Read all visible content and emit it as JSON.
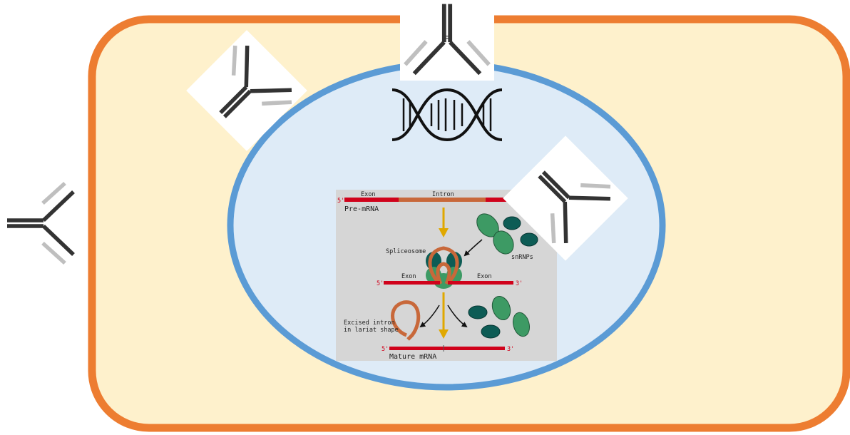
{
  "colors": {
    "cytoplasm_fill": "#fef1cc",
    "cell_membrane": "#ed7d31",
    "nucleus_fill": "#deebf7",
    "nuclear_membrane": "#5b9bd5",
    "antibody_heavy": "#333333",
    "antibody_light": "#bfbfbf",
    "exon": "#d0021b",
    "intron": "#c8683a",
    "arrow": "#e0a800",
    "snrnp_light": "#3d9a64",
    "snrnp_dark": "#0d5c55",
    "panel_bg": "#d6d6d6"
  },
  "icons": {
    "dna": "dna-double-helix-icon",
    "antibody": "antibody-y-icon"
  },
  "splicing": {
    "exon_top": "Exon",
    "intron_top": "Intron",
    "five_prime_top": "5'",
    "pre_mrna": "Pre-mRNA",
    "spliceosome": "Spliceosome",
    "snrnps": "snRNPs",
    "exon_left": "Exon",
    "exon_right": "Exon",
    "five_prime_mid": "5'",
    "three_prime_mid": "3'",
    "excised_line1": "Excised intron",
    "excised_line2": "in lariat shape",
    "five_prime_bottom": "5'",
    "three_prime_bottom": "3'",
    "mature_mrna": "Mature mRNA"
  }
}
